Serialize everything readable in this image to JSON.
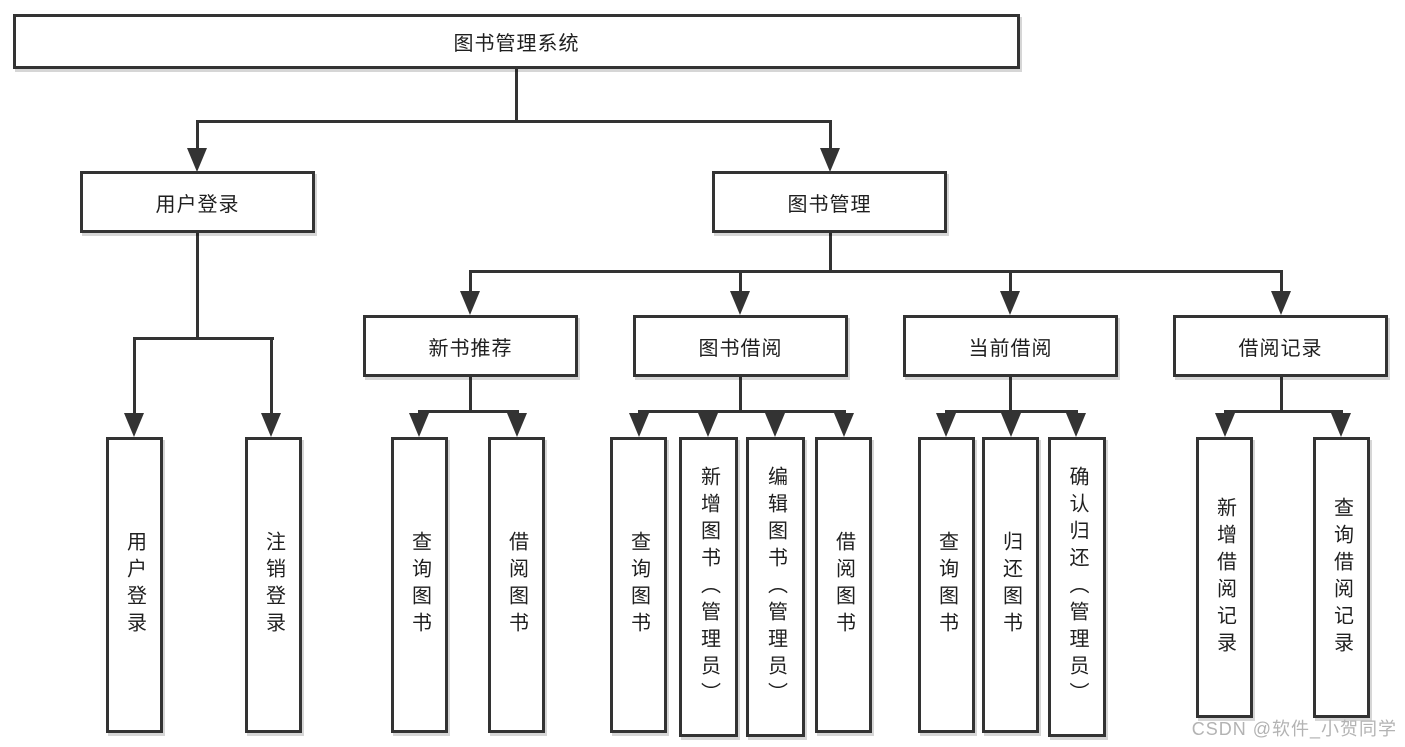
{
  "diagram": {
    "type": "tree",
    "nodes": {
      "root": "图书管理系统",
      "login": "用户登录",
      "manage": "图书管理",
      "login_children": [
        "用户登录",
        "注销登录"
      ],
      "level3": [
        "新书推荐",
        "图书借阅",
        "当前借阅",
        "借阅记录"
      ],
      "recommend_children": [
        "查询图书",
        "借阅图书"
      ],
      "borrow_children": [
        "查询图书",
        "新增图书（管理员）",
        "编辑图书（管理员）",
        "借阅图书"
      ],
      "current_children": [
        "查询图书",
        "归还图书",
        "确认归还（管理员）"
      ],
      "records_children": [
        "新增借阅记录",
        "查询借阅记录"
      ]
    },
    "colors": {
      "line": "#333333",
      "text": "#1f1f1f",
      "background": "#ffffff",
      "watermark": "#b3b3b3"
    }
  },
  "watermark": {
    "text": "CSDN @软件_小贺同学"
  }
}
